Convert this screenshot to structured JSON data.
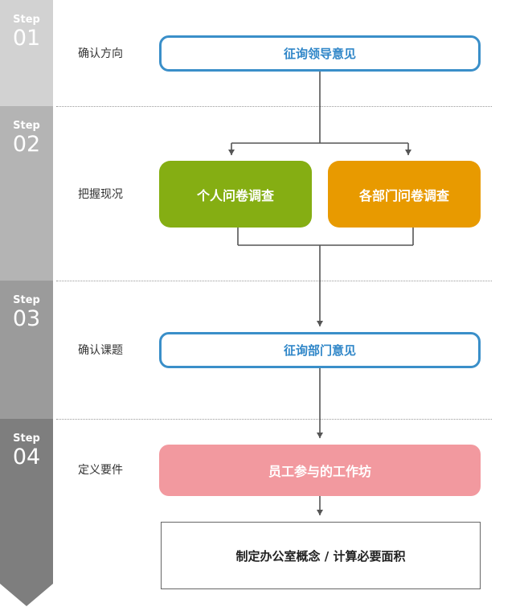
{
  "steps": [
    {
      "word": "Step",
      "num": "01",
      "label": "确认方向",
      "color": "#d2d2d2"
    },
    {
      "word": "Step",
      "num": "02",
      "label": "把握现况",
      "color": "#b4b4b4"
    },
    {
      "word": "Step",
      "num": "03",
      "label": "确认课题",
      "color": "#9b9b9b"
    },
    {
      "word": "Step",
      "num": "04",
      "label": "定义要件",
      "color": "#7e7e7e"
    }
  ],
  "nodes": {
    "leader_opinion": "征询领导意见",
    "personal_survey": "个人问卷调查",
    "dept_survey": "各部门问卷调查",
    "dept_opinion": "征询部门意见",
    "workshop": "员工参与的工作坊",
    "final": "制定办公室概念 / 计算必要面积"
  },
  "colors": {
    "outline_blue": "#3a8fc9",
    "green": "#85ae13",
    "orange": "#e89a00",
    "pink": "#f2999f",
    "connector": "#555555"
  }
}
